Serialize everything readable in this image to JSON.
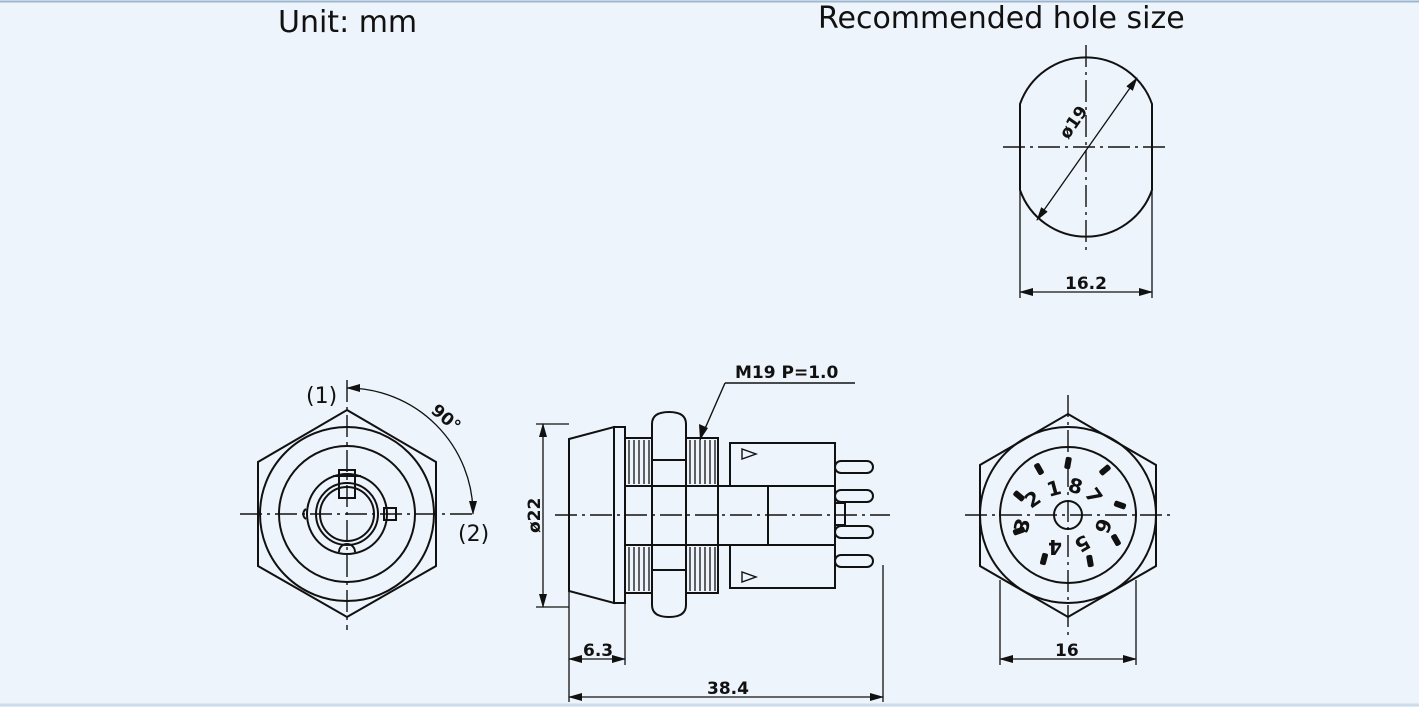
{
  "header": {
    "unit_label": "Unit:  mm",
    "hole_title": "Recommended  hole  size"
  },
  "hole_view": {
    "diameter_label": "ø19",
    "width_label": "16.2"
  },
  "front_view": {
    "position_1": "(1)",
    "position_2": "(2)",
    "angle_label": "90°"
  },
  "side_view": {
    "thread_label": "M19  P=1.0",
    "diameter_label": "ø22",
    "head_length_label": "6.3",
    "total_length_label": "38.4"
  },
  "rear_view": {
    "width_label": "16",
    "pin_numbers": [
      "1",
      "2",
      "3",
      "4",
      "5",
      "6",
      "7",
      "8"
    ]
  }
}
